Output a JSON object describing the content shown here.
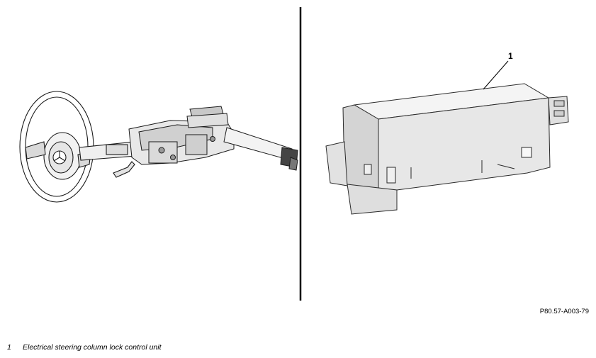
{
  "figure": {
    "callout": "1",
    "code": "P80.57-A003-79"
  },
  "legend": {
    "items": [
      {
        "number": "1",
        "text": "Electrical steering column lock control unit"
      }
    ]
  }
}
